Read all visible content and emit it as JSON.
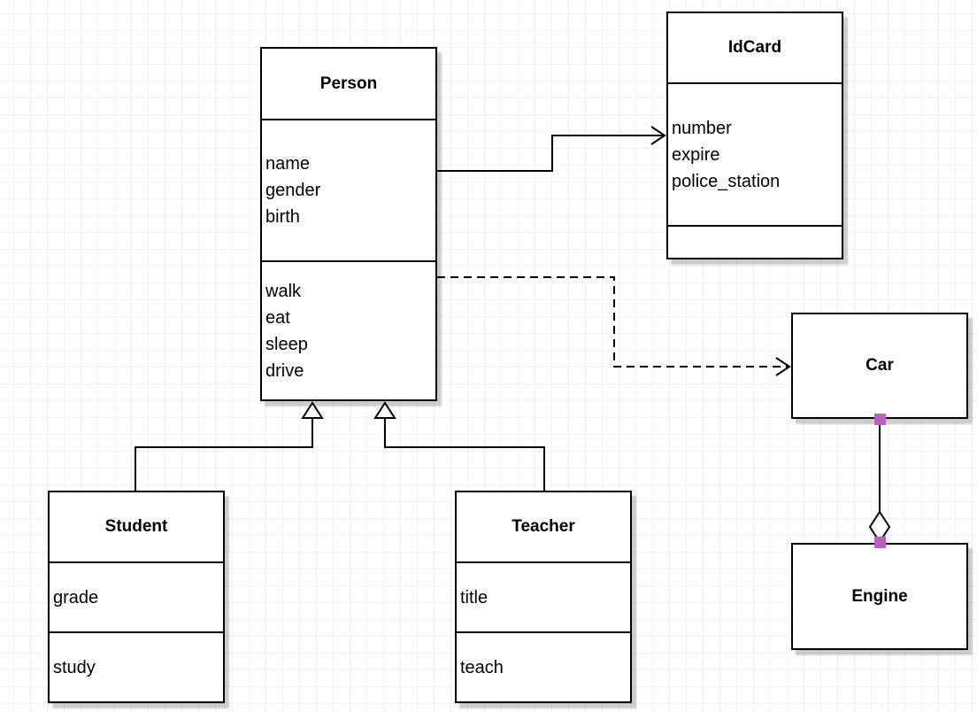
{
  "diagram": {
    "type": "uml-class-diagram",
    "classes": {
      "person": {
        "name": "Person",
        "attributes": [
          "name",
          "gender",
          "birth"
        ],
        "methods": [
          "walk",
          "eat",
          "sleep",
          "drive"
        ]
      },
      "idcard": {
        "name": "IdCard",
        "attributes": [
          "number",
          "expire",
          "police_station"
        ],
        "methods": []
      },
      "car": {
        "name": "Car",
        "attributes": [],
        "methods": []
      },
      "engine": {
        "name": "Engine",
        "attributes": [],
        "methods": []
      },
      "student": {
        "name": "Student",
        "attributes": [
          "grade"
        ],
        "methods": [
          "study"
        ]
      },
      "teacher": {
        "name": "Teacher",
        "attributes": [
          "title"
        ],
        "methods": [
          "teach"
        ]
      }
    },
    "relationships": [
      {
        "from": "Person",
        "to": "IdCard",
        "type": "directed-association",
        "line": "solid",
        "arrow": "open-arrow"
      },
      {
        "from": "Person",
        "to": "Car",
        "type": "dependency",
        "line": "dashed",
        "arrow": "open-arrow"
      },
      {
        "from": "Student",
        "to": "Person",
        "type": "generalization",
        "line": "solid",
        "arrow": "hollow-triangle"
      },
      {
        "from": "Teacher",
        "to": "Person",
        "type": "generalization",
        "line": "solid",
        "arrow": "hollow-triangle"
      },
      {
        "from": "Car",
        "to": "Engine",
        "type": "aggregation",
        "line": "solid",
        "arrow": "hollow-diamond"
      }
    ],
    "colors": {
      "border": "#000000",
      "fill": "#ffffff",
      "grid_line": "#f2f2f4",
      "endpoint_handle": "#b662ba",
      "shadow": "#c8c8c8"
    }
  }
}
